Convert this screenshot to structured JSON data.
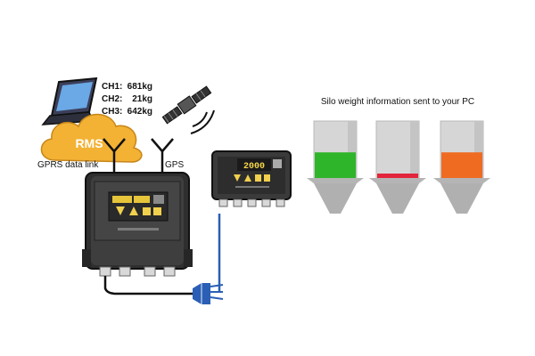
{
  "laptop": {
    "channels": [
      {
        "label": "CH1:",
        "value": "681kg"
      },
      {
        "label": "CH2:",
        "value": "21kg"
      },
      {
        "label": "CH3:",
        "value": "642kg"
      }
    ]
  },
  "cloud": {
    "label": "RMS"
  },
  "antennas": {
    "left_label": "GPRS data link",
    "right_label": "GPS"
  },
  "silos": {
    "caption": "Silo weight information sent to your PC",
    "items": [
      {
        "fill_level": 0.45,
        "color": "#2fb52a"
      },
      {
        "fill_level": 0.05,
        "color": "#e3253b"
      },
      {
        "fill_level": 0.45,
        "color": "#ef6b21"
      }
    ]
  },
  "display": {
    "reading": "2000"
  },
  "colors": {
    "cloud": "#f3b234",
    "cable_blue": "#2a5fb5",
    "housing": "#3d3d3d"
  }
}
